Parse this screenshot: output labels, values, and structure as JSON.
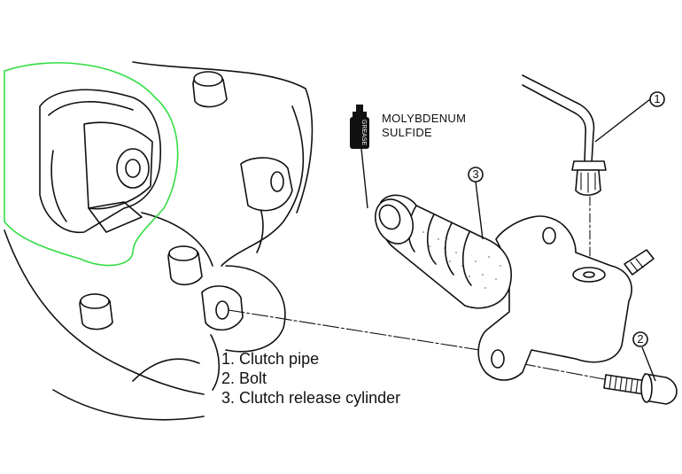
{
  "lubricant": {
    "line1": "MOLYBDENUM",
    "line2": "SULFIDE",
    "can_label": "GREASE"
  },
  "callouts": [
    "1",
    "2",
    "3"
  ],
  "legend": [
    {
      "num": "1.",
      "text": "Clutch pipe"
    },
    {
      "num": "2.",
      "text": "Bolt"
    },
    {
      "num": "3.",
      "text": "Clutch release cylinder"
    }
  ],
  "highlight": {
    "color": "#33dd44"
  },
  "ink": {
    "color": "#111111"
  }
}
